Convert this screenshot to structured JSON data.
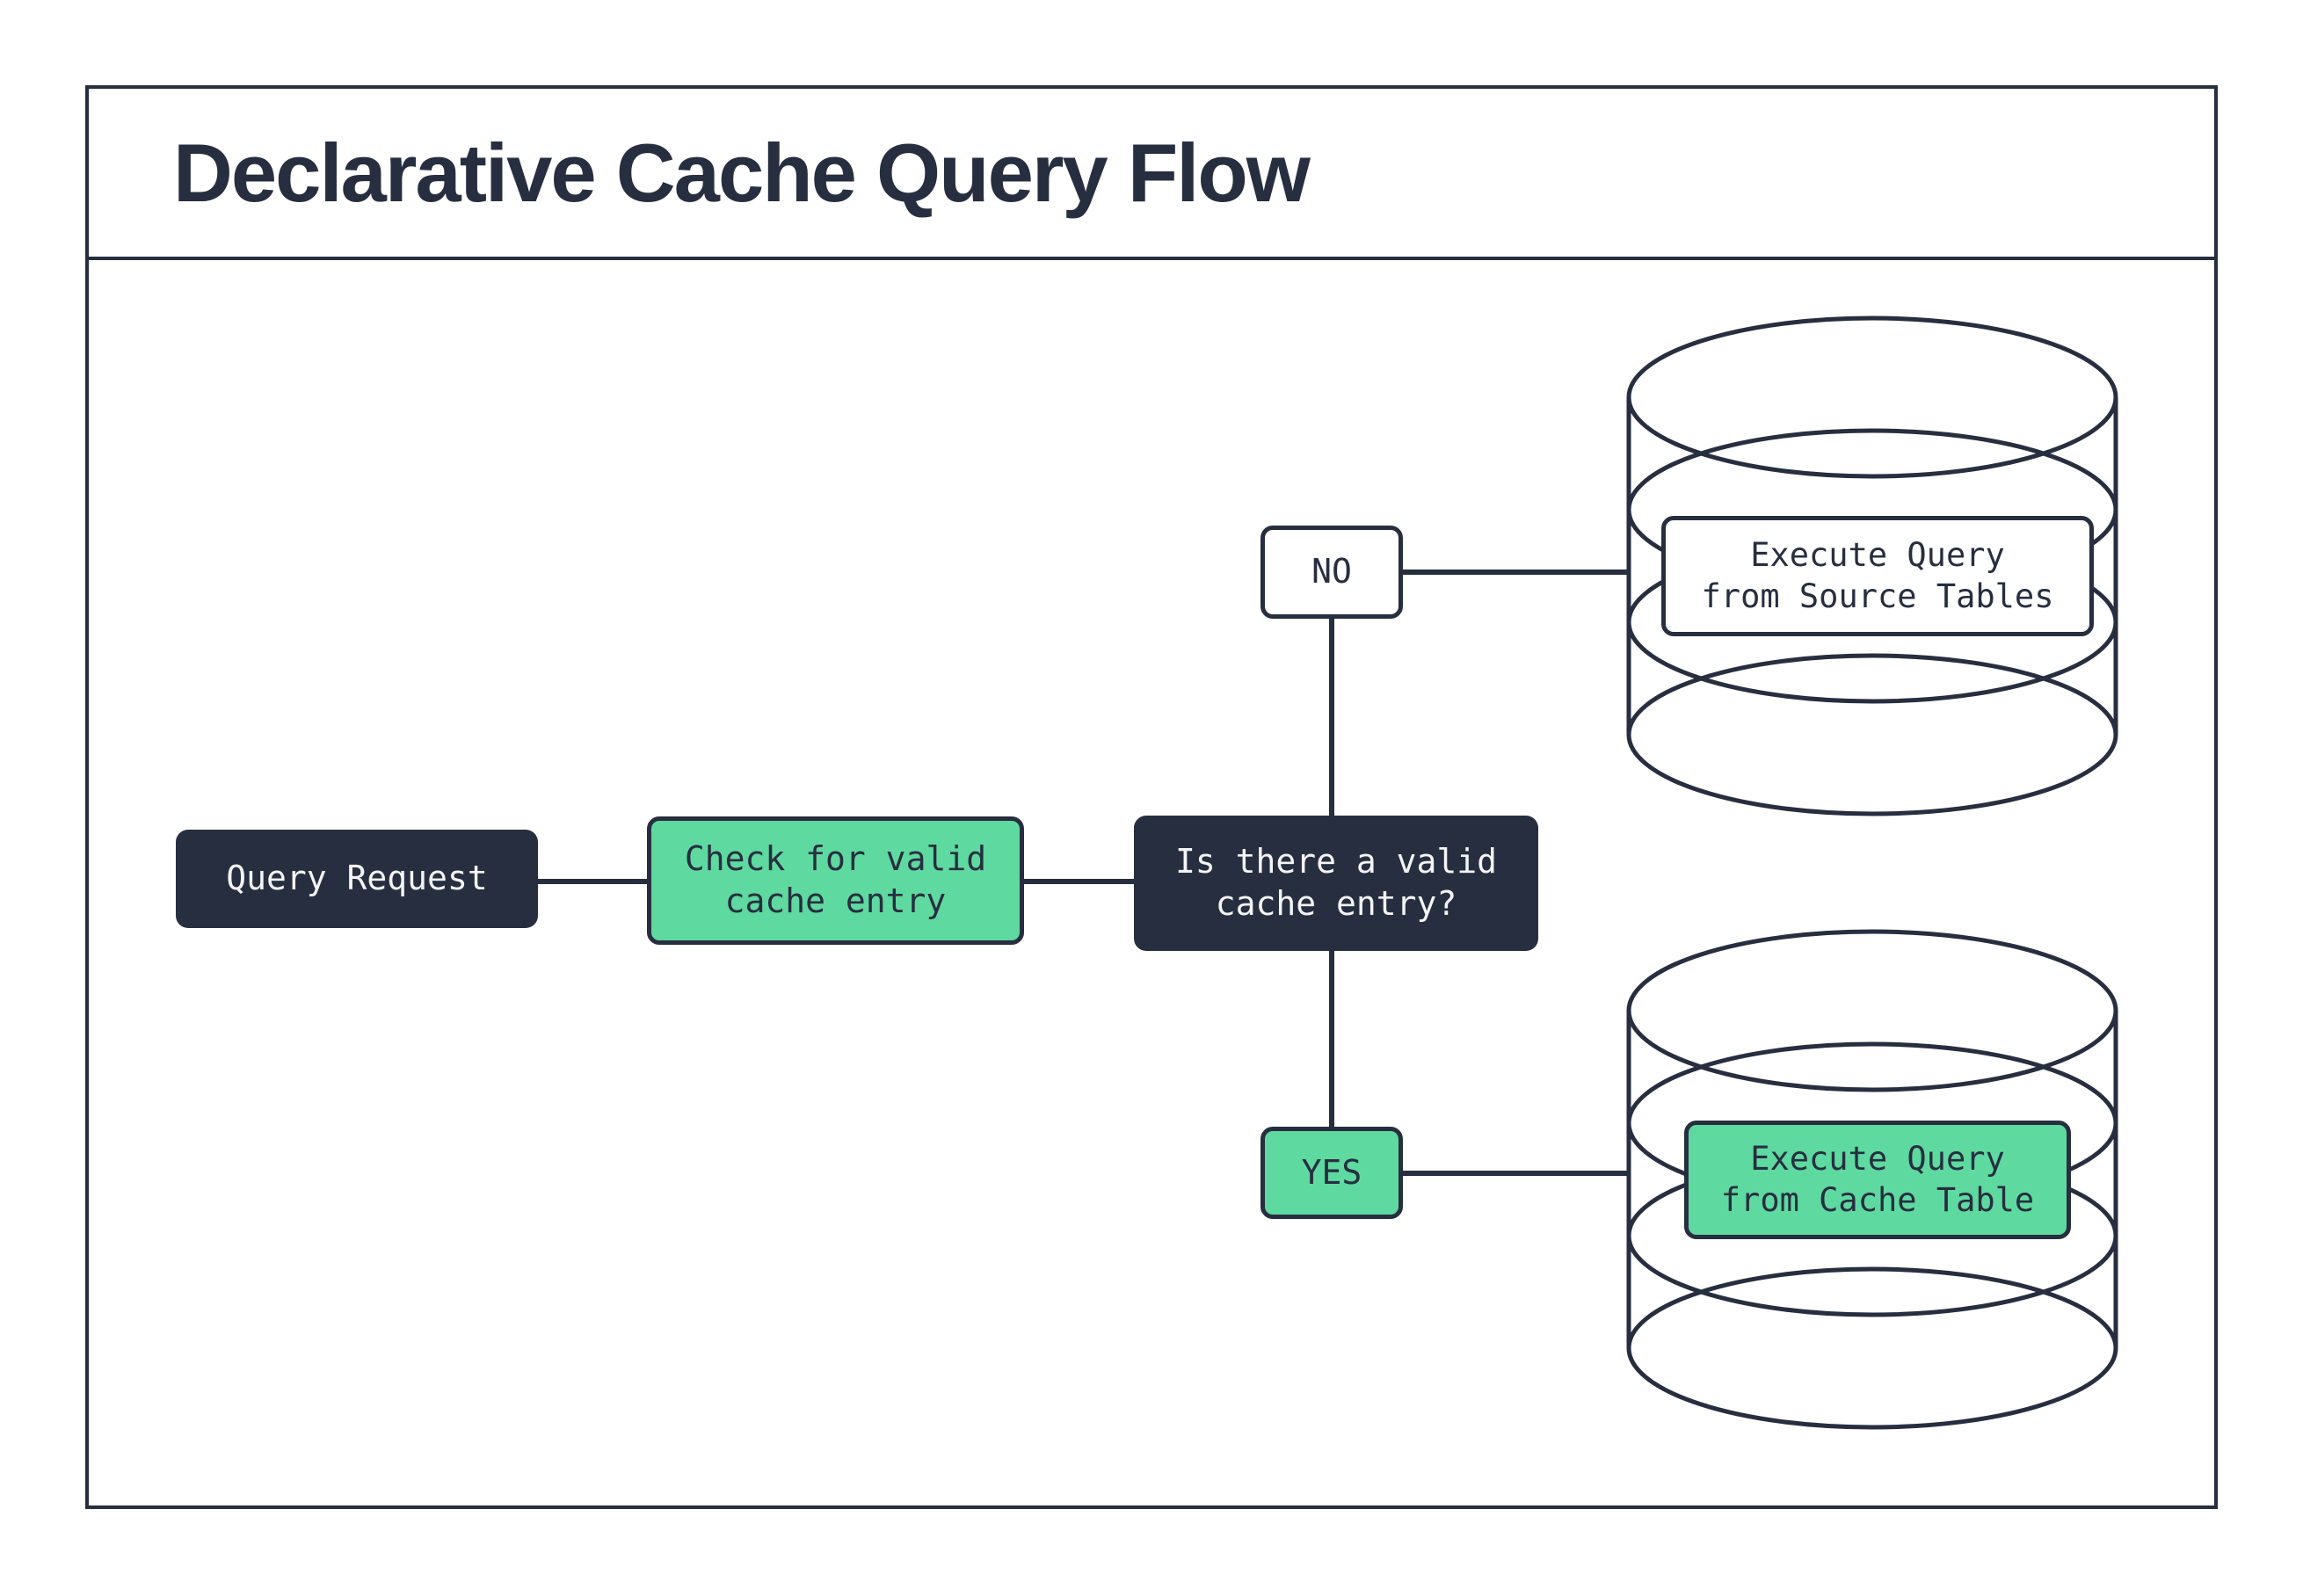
{
  "title": "Declarative Cache Query Flow",
  "colors": {
    "dark_navy": "#272e3f",
    "accent_green": "#5ed9a0",
    "node_text_light": "#f3f4f6",
    "background": "#ffffff"
  },
  "flow": {
    "query_request": {
      "label": "Query Request"
    },
    "check_cache": {
      "line1": "Check for valid",
      "line2": "cache entry"
    },
    "decision": {
      "line1": "Is there a valid",
      "line2": "cache entry?"
    },
    "branch_no": {
      "label": "NO"
    },
    "branch_yes": {
      "label": "YES"
    },
    "source_db": {
      "line1": "Execute Query",
      "line2": "from Source Tables"
    },
    "cache_db": {
      "line1": "Execute Query",
      "line2": "from Cache Table"
    }
  }
}
